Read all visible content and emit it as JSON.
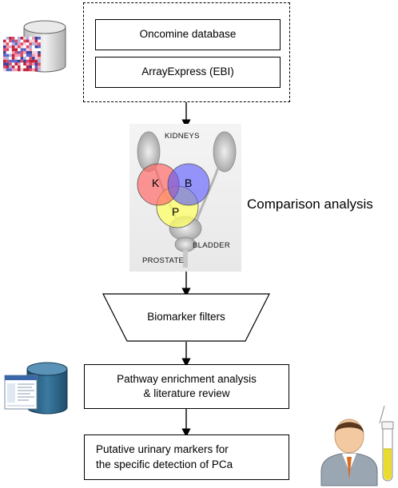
{
  "sources": {
    "item1": "Oncomine database",
    "item2": "ArrayExpress (EBI)"
  },
  "venn": {
    "organ_kidneys": "KIDNEYS",
    "organ_bladder": "BLADDER",
    "organ_prostate": "PROSTATE",
    "set_k": "K",
    "set_b": "B",
    "set_p": "P",
    "color_k": "#ff6b6b",
    "color_b": "#5555ff",
    "color_p": "#ffff66"
  },
  "comparison_label": "Comparison analysis",
  "filter_label": "Biomarker filters",
  "pathway": {
    "line1": "Pathway enrichment analysis",
    "line2": "& literature review"
  },
  "markers": {
    "line1": "Putative urinary markers for",
    "line2": "the specific detection of PCa"
  },
  "icons": [
    "database-heatmap-icon",
    "database-webpage-icon",
    "doctor-icon",
    "urine-tube-icon"
  ]
}
